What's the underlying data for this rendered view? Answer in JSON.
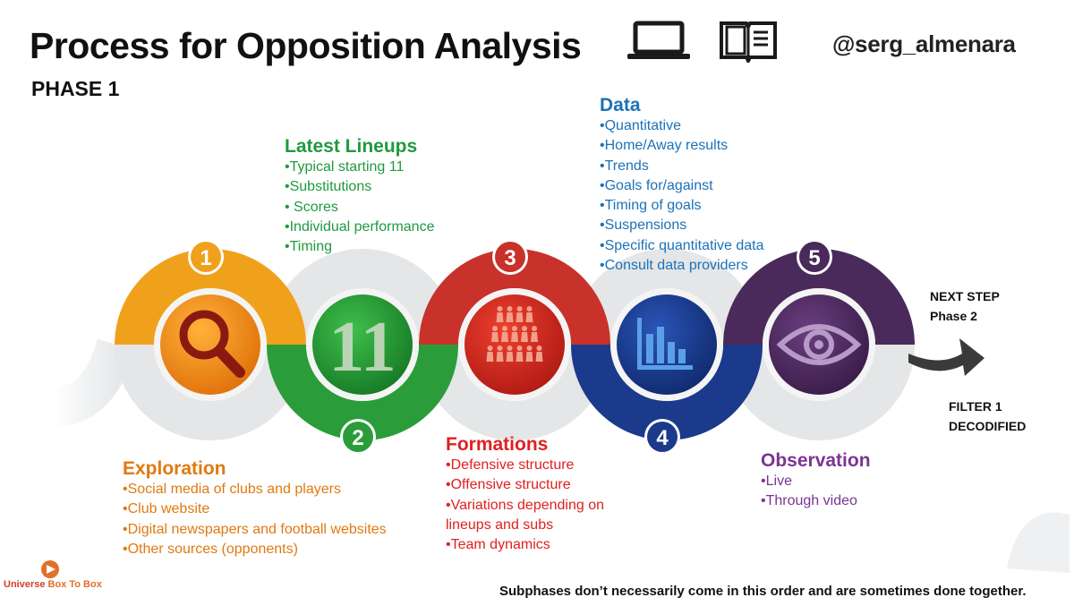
{
  "title": "Process for Opposition Analysis",
  "subtitle": "PHASE 1",
  "handle": "@serg_almenara",
  "icons": [
    "laptop-icon",
    "book-icon"
  ],
  "steps": [
    {
      "number": "1",
      "color": "#f0a11b",
      "icon": "magnifier-icon"
    },
    {
      "number": "2",
      "color": "#2a9d3a",
      "icon": "eleven-icon",
      "icon_text": "11"
    },
    {
      "number": "3",
      "color": "#c8322a",
      "icon": "people-icon"
    },
    {
      "number": "4",
      "color": "#1b3a8c",
      "icon": "bar-chart-icon"
    },
    {
      "number": "5",
      "color": "#4a2a5a",
      "icon": "eye-icon"
    }
  ],
  "sections": {
    "lineups": {
      "title": "Latest Lineups",
      "color": "#1f9a3e",
      "items": [
        "Typical starting 11",
        "Substitutions",
        " Scores",
        "Individual performance",
        "Timing"
      ]
    },
    "data": {
      "title": "Data",
      "color": "#1c72b8",
      "items": [
        "Quantitative",
        "Home/Away results",
        "Trends",
        "Goals for/against",
        "Timing of goals",
        "Suspensions",
        "Specific quantitative data",
        "Consult data providers"
      ]
    },
    "exploration": {
      "title": "Exploration",
      "color": "#e07a10",
      "items": [
        "Social media of clubs and players",
        "Club website",
        "Digital newspapers and football websites",
        "Other sources (opponents)"
      ]
    },
    "formations": {
      "title": "Formations",
      "color": "#e02020",
      "items": [
        "Defensive structure",
        "Offensive structure",
        "Variations depending on lineups and subs",
        "Team dynamics"
      ]
    },
    "observation": {
      "title": "Observation",
      "color": "#7a3592",
      "items": [
        "Live",
        "Through video"
      ]
    }
  },
  "next_step": {
    "line1": "NEXT STEP",
    "line2": "Phase 2"
  },
  "filter": {
    "line1": "FILTER 1",
    "line2": "DECODIFIED"
  },
  "footnote": "Subphases don’t necessarily come in this order and are sometimes done together.",
  "logo": {
    "part1": "Universe ",
    "part2": "Box To Box"
  }
}
